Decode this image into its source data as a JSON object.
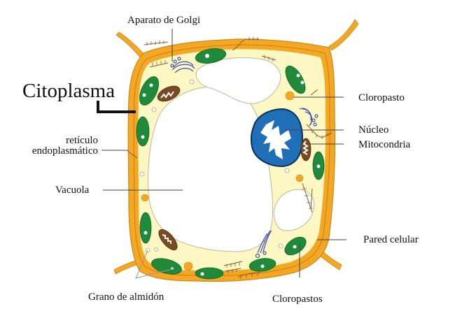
{
  "diagram": {
    "title": "Célula vegetal",
    "colors": {
      "wall": "#f5a623",
      "wall_line": "#c98a1a",
      "cytoplasm": "#fdf7c3",
      "chloroplast": "#1e8a3a",
      "nucleus": "#1f6fb8",
      "mitochondria": "#7a4a22",
      "golgi": "#3a4fb0",
      "er": "#8a5a30",
      "vacuole": "#ffffff"
    },
    "labels": {
      "golgi": "Aparato de Golgi",
      "cytoplasm": "Citoplasma",
      "er_line1": "retículo",
      "er_line2": "endoplasmático",
      "vacuole": "Vacuola",
      "starch": "Grano de almidón",
      "chloroplast_top": "Cloropasto",
      "nucleus": "Núcleo",
      "mitochondria": "Mitocondria",
      "cell_wall": "Pared celular",
      "chloroplasts_bottom": "Cloropastos"
    }
  }
}
